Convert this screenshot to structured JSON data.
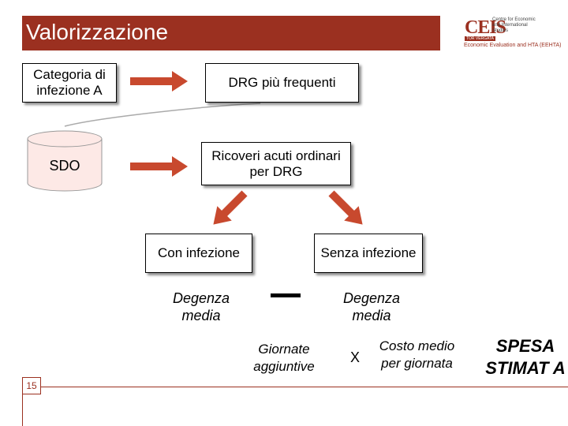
{
  "title": "Valorizzazione",
  "logo": {
    "name": "CEIS",
    "small_text": "Centre for Economic and International Studies",
    "tag": "TOR VERGATA",
    "subtitle": "Economic Evaluation and HTA (EEHTA)"
  },
  "boxes": {
    "categoria": "Categoria di infezione A",
    "drg_frequenti": "DRG più frequenti",
    "sdo": "SDO",
    "ricoveri": "Ricoveri acuti ordinari per DRG",
    "con_infezione": "Con infezione",
    "senza_infezione": "Senza infezione"
  },
  "labels": {
    "degenza_con": "Degenza media",
    "degenza_senza": "Degenza media",
    "minus": "—",
    "giornate": "Giornate aggiuntive",
    "times": "X",
    "costo": "Costo medio per giornata",
    "spesa": "SPESA STIMAT A"
  },
  "slide_number": "15",
  "colors": {
    "accent": "#9b3020",
    "arrow": "#e05a3a"
  }
}
